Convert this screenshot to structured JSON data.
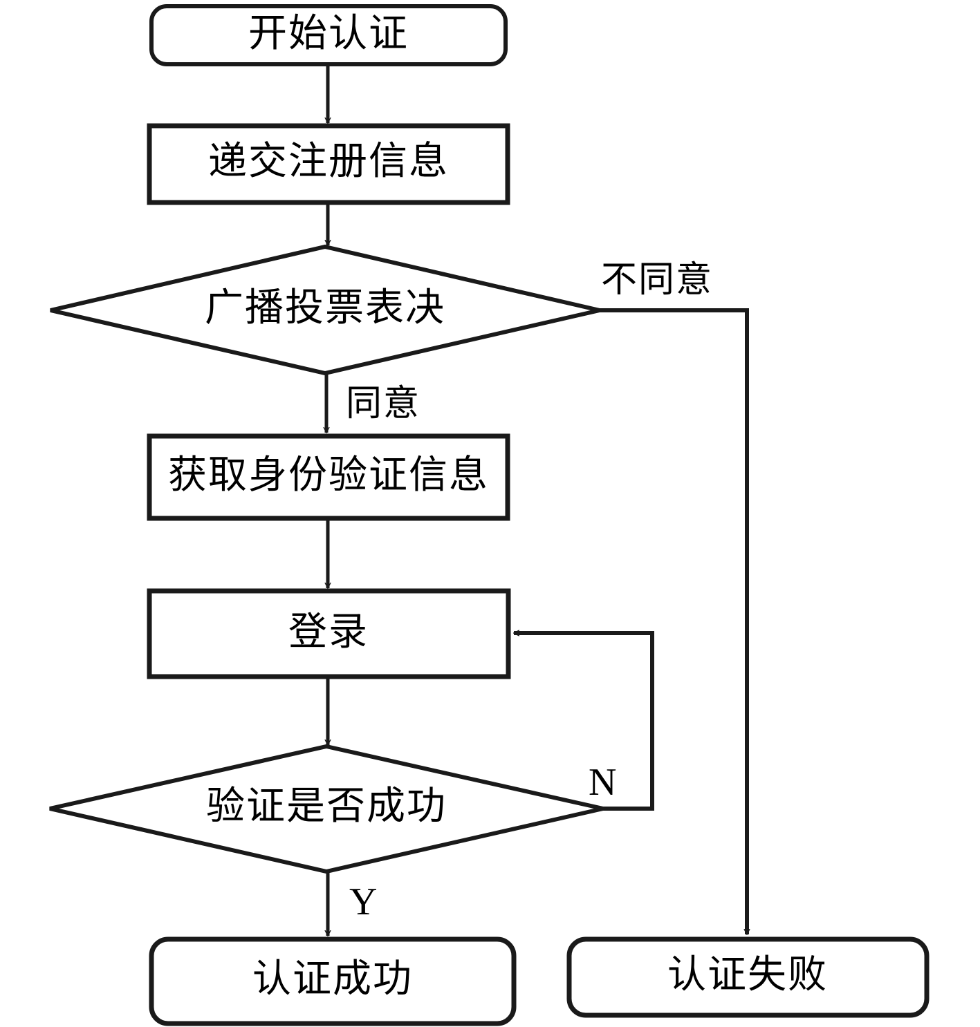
{
  "diagram": {
    "type": "flowchart",
    "title": "",
    "language": "zh-CN",
    "colors": {
      "stroke": "#1a1a1a",
      "fill": "#ffffff",
      "text": "#000000",
      "background": "#ffffff"
    },
    "nodes": [
      {
        "id": "start",
        "shape": "rounded-rectangle",
        "label": "开始认证"
      },
      {
        "id": "submit",
        "shape": "rectangle",
        "label": "递交注册信息"
      },
      {
        "id": "vote",
        "shape": "diamond",
        "label": "广播投票表决"
      },
      {
        "id": "fetch",
        "shape": "rectangle",
        "label": "获取身份验证信息"
      },
      {
        "id": "login",
        "shape": "rectangle",
        "label": "登录"
      },
      {
        "id": "verify",
        "shape": "diamond",
        "label": "验证是否成功"
      },
      {
        "id": "success",
        "shape": "rounded-rectangle",
        "label": "认证成功"
      },
      {
        "id": "failure",
        "shape": "rounded-rectangle",
        "label": "认证失败"
      }
    ],
    "edges": [
      {
        "id": "e1",
        "from": "start",
        "to": "submit",
        "label": ""
      },
      {
        "id": "e2",
        "from": "submit",
        "to": "vote",
        "label": ""
      },
      {
        "id": "e3",
        "from": "vote",
        "to": "failure",
        "label": "不同意"
      },
      {
        "id": "e4",
        "from": "vote",
        "to": "fetch",
        "label": "同意"
      },
      {
        "id": "e5",
        "from": "fetch",
        "to": "login",
        "label": ""
      },
      {
        "id": "e6",
        "from": "login",
        "to": "verify",
        "label": ""
      },
      {
        "id": "e7",
        "from": "verify",
        "to": "login",
        "label": "N"
      },
      {
        "id": "e8",
        "from": "verify",
        "to": "success",
        "label": "Y"
      }
    ],
    "edge_labels": {
      "disagree": "不同意",
      "agree": "同意",
      "no": "N",
      "yes": "Y"
    }
  }
}
